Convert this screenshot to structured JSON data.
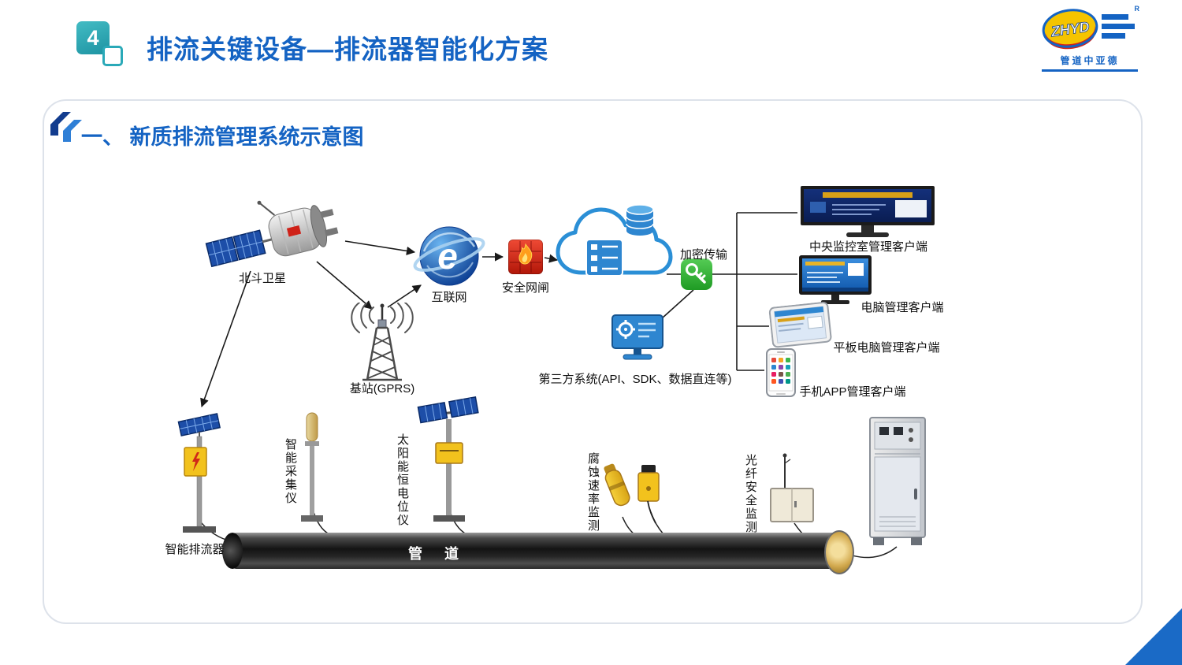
{
  "page": {
    "slide_number": "4",
    "title": "排流关键设备—排流器智能化方案"
  },
  "logo": {
    "brand": "ZHYD",
    "registered": "R",
    "subtitle": "管道中亚德"
  },
  "section": {
    "title": "一、 新质排流管理系统示意图"
  },
  "diagram": {
    "satellite_label": "北斗卫星",
    "internet_label": "互联网",
    "internet_glyph": "e",
    "firewall_label": "安全网闸",
    "encryption_label": "加密传输",
    "third_party_label": "第三方系统(API、SDK、数据直连等)",
    "base_station_label": "基站(GPRS)",
    "clients": {
      "central": "中央监控室管理客户端",
      "pc": "电脑管理客户端",
      "tablet": "平板电脑管理客户端",
      "phone": "手机APP管理客户端"
    },
    "field_devices": {
      "drainage": "智能排流器",
      "collector": "智能采集仪",
      "potentiostat": "太阳能恒电位仪",
      "corrosion": "腐蚀速率监测",
      "fiber": "光纤安全监测"
    },
    "pipeline_label": "管  道"
  },
  "colors": {
    "accent_blue": "#1463c3",
    "teal": "#2aa9b8",
    "key_green": "#35b84a",
    "firewall_red": "#d8281a",
    "device_yellow": "#f2c21d"
  }
}
